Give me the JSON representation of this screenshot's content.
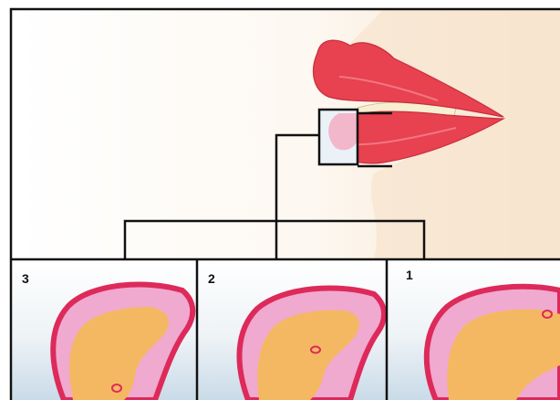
{
  "panels": [
    {
      "label": "3"
    },
    {
      "label": "2"
    },
    {
      "label": "1"
    }
  ],
  "colors": {
    "lip": "#e8414f",
    "lip_dark": "#c62f3e",
    "skin": "#f7e9d6",
    "mucosa_pink": "#f0a9cf",
    "cavity_orange": "#f5b862",
    "cavity_edge": "#dd2a5a",
    "tooth": "#f6efd2",
    "frame": "#111111",
    "pale_blue": "#c6d9e8"
  }
}
